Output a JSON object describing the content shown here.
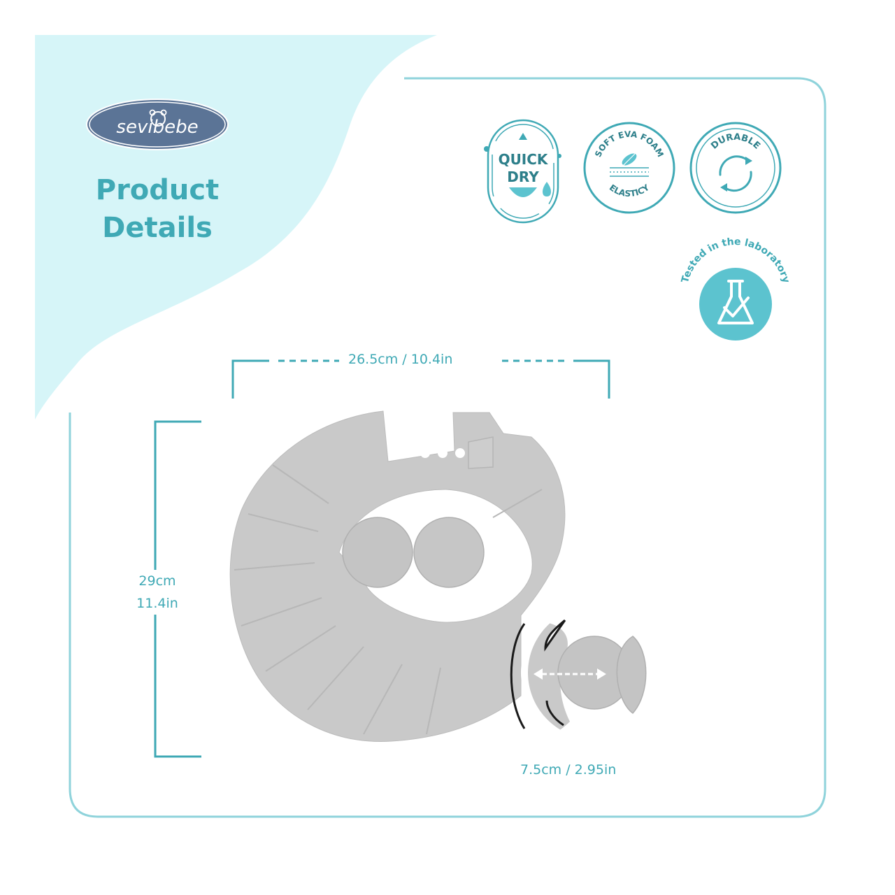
{
  "brand": {
    "logo_text": "sevibebe",
    "title_line1": "Product",
    "title_line2": "Details"
  },
  "badges": {
    "quick_dry": {
      "line1": "QUICK",
      "line2": "DRY"
    },
    "soft_eva": {
      "top_text": "SOFT EVA FOAM",
      "bottom_text": "ELASTICY"
    },
    "durable": {
      "text": "DURABLE"
    },
    "lab": {
      "text": "Tested in the laboratory"
    }
  },
  "dimensions": {
    "width": "26.5cm / 10.4in",
    "height_cm": "29cm",
    "height_in": "11.4in",
    "ear_cover": "7.5cm / 2.95in"
  },
  "colors": {
    "accent": "#3fa9b5",
    "light_blob": "#d6f5f8",
    "product_gray": "#c9c9c9",
    "logo_navy": "#5b7496"
  }
}
